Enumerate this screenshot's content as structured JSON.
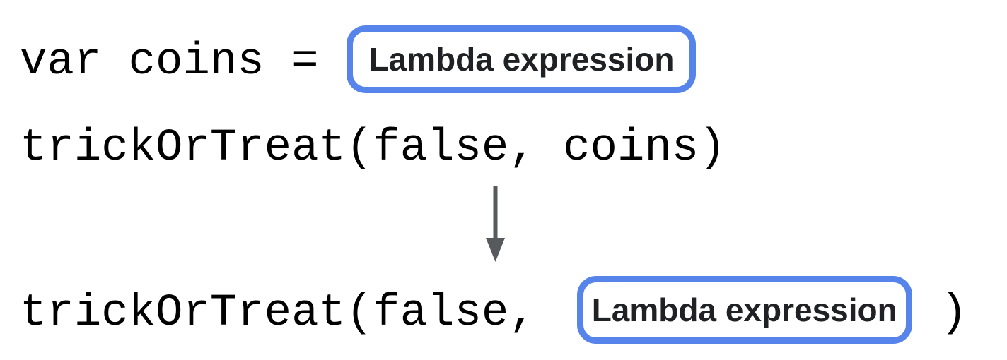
{
  "diagram": {
    "line1": {
      "code": "var coins =",
      "box_label": "Lambda expression"
    },
    "line2": {
      "code": "trickOrTreat(false, coins)"
    },
    "line3": {
      "code_before": "trickOrTreat(false,",
      "box_label": "Lambda expression",
      "code_after": ")"
    },
    "icons": {
      "arrow": "down-arrow"
    },
    "colors": {
      "box_border": "#5784ea",
      "arrow": "#58595c",
      "code_text": "#000000",
      "label_text": "#202124",
      "background": "#ffffff"
    }
  }
}
